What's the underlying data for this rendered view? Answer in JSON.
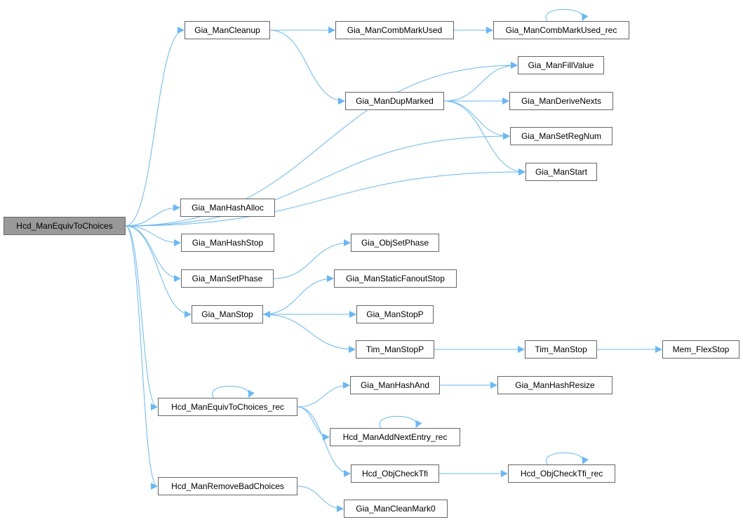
{
  "graph": {
    "title": "Hcd_ManEquivToChoices call graph",
    "edge_color": "#63b8ff",
    "root": "Hcd_ManEquivToChoices",
    "nodes": {
      "root": "Hcd_ManEquivToChoices",
      "cleanup": "Gia_ManCleanup",
      "combmarkused": "Gia_ManCombMarkUsed",
      "combmarkused_rec": "Gia_ManCombMarkUsed_rec",
      "fillvalue": "Gia_ManFillValue",
      "dupmarked": "Gia_ManDupMarked",
      "derivenexts": "Gia_ManDeriveNexts",
      "setregnum": "Gia_ManSetRegNum",
      "start": "Gia_ManStart",
      "hashalloc": "Gia_ManHashAlloc",
      "hashstop": "Gia_ManHashStop",
      "objsetphase": "Gia_ObjSetPhase",
      "setphase": "Gia_ManSetPhase",
      "staticfanoutstop": "Gia_ManStaticFanoutStop",
      "stop": "Gia_ManStop",
      "stopp": "Gia_ManStopP",
      "tim_stopp": "Tim_ManStopP",
      "tim_stop": "Tim_ManStop",
      "mem_flexstop": "Mem_FlexStop",
      "equiv_rec": "Hcd_ManEquivToChoices_rec",
      "hashand": "Gia_ManHashAnd",
      "hashresize": "Gia_ManHashResize",
      "addnextentry": "Hcd_ManAddNextEntry_rec",
      "objchecktfi": "Hcd_ObjCheckTfi",
      "objchecktfi_rec": "Hcd_ObjCheckTfi_rec",
      "removebad": "Hcd_ManRemoveBadChoices",
      "cleanmark0": "Gia_ManCleanMark0"
    },
    "edges": [
      [
        "root",
        "cleanup"
      ],
      [
        "root",
        "fillvalue"
      ],
      [
        "root",
        "setregnum"
      ],
      [
        "root",
        "start"
      ],
      [
        "root",
        "hashalloc"
      ],
      [
        "root",
        "hashstop"
      ],
      [
        "root",
        "setphase"
      ],
      [
        "root",
        "stop"
      ],
      [
        "root",
        "equiv_rec"
      ],
      [
        "root",
        "removebad"
      ],
      [
        "cleanup",
        "combmarkused"
      ],
      [
        "cleanup",
        "dupmarked"
      ],
      [
        "combmarkused",
        "combmarkused_rec"
      ],
      [
        "combmarkused_rec",
        "combmarkused_rec"
      ],
      [
        "dupmarked",
        "fillvalue"
      ],
      [
        "dupmarked",
        "derivenexts"
      ],
      [
        "dupmarked",
        "setregnum"
      ],
      [
        "dupmarked",
        "start"
      ],
      [
        "setphase",
        "objsetphase"
      ],
      [
        "stop",
        "staticfanoutstop"
      ],
      [
        "stop",
        "stopp"
      ],
      [
        "stopp",
        "stop"
      ],
      [
        "stop",
        "tim_stopp"
      ],
      [
        "tim_stopp",
        "tim_stop"
      ],
      [
        "tim_stop",
        "mem_flexstop"
      ],
      [
        "equiv_rec",
        "equiv_rec"
      ],
      [
        "equiv_rec",
        "hashand"
      ],
      [
        "equiv_rec",
        "addnextentry"
      ],
      [
        "equiv_rec",
        "objchecktfi"
      ],
      [
        "hashand",
        "hashresize"
      ],
      [
        "addnextentry",
        "addnextentry"
      ],
      [
        "objchecktfi",
        "objchecktfi_rec"
      ],
      [
        "objchecktfi_rec",
        "objchecktfi_rec"
      ],
      [
        "removebad",
        "cleanmark0"
      ]
    ]
  }
}
